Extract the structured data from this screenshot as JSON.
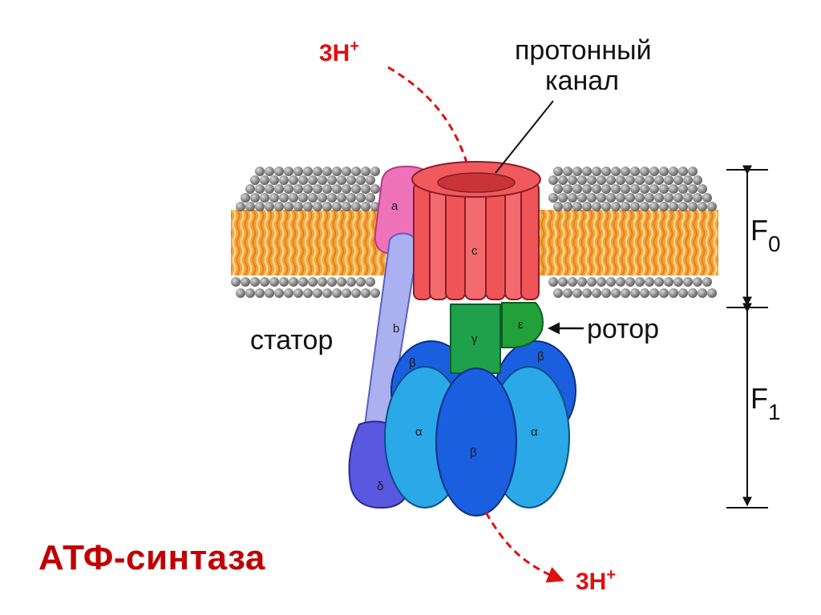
{
  "title": "АТФ-синтаза",
  "labels": {
    "proton_in": "3H",
    "proton_out": "3H",
    "plus": "+",
    "channel_line1": "протонный",
    "channel_line2": "канал",
    "stator": "статор",
    "rotor": "ротор",
    "f0_letter": "F",
    "f0_sub": "0",
    "f1_letter": "F",
    "f1_sub": "1"
  },
  "subunits": {
    "a": "a",
    "b": "b",
    "c": "c",
    "gamma": "γ",
    "epsilon": "ε",
    "delta": "δ",
    "alpha": "α",
    "beta": "β"
  },
  "colors": {
    "title": "#c00000",
    "proton_arrow": "#e01010",
    "c_ring": "#f0595d",
    "subunit_a": "#ee72b8",
    "subunit_b": "#aab0f0",
    "subunit_delta": "#5a57e0",
    "gamma": "#1fa04b",
    "epsilon": "#22a03a",
    "alpha": "#2aa8e8",
    "beta": "#1a5fe0",
    "lipid_tail": "#f39a2b",
    "lipid_head": "#9a9a9a"
  }
}
